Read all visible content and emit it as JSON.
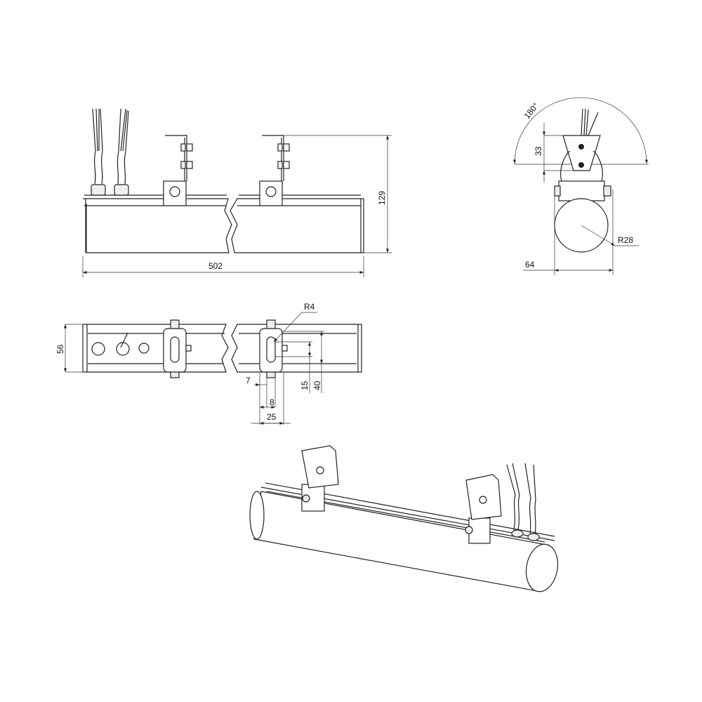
{
  "drawing": {
    "front_view": {
      "length_label": "502",
      "height_label": "129"
    },
    "side_view": {
      "rotation_label": "180°",
      "bracket_height_label": "33",
      "radius_label": "R28",
      "width_label": "64"
    },
    "top_view": {
      "width_label": "56",
      "slot_radius_label": "R4",
      "dim_7": "7",
      "dim_8": "8",
      "dim_25": "25",
      "dim_15": "15",
      "dim_40": "40"
    }
  }
}
